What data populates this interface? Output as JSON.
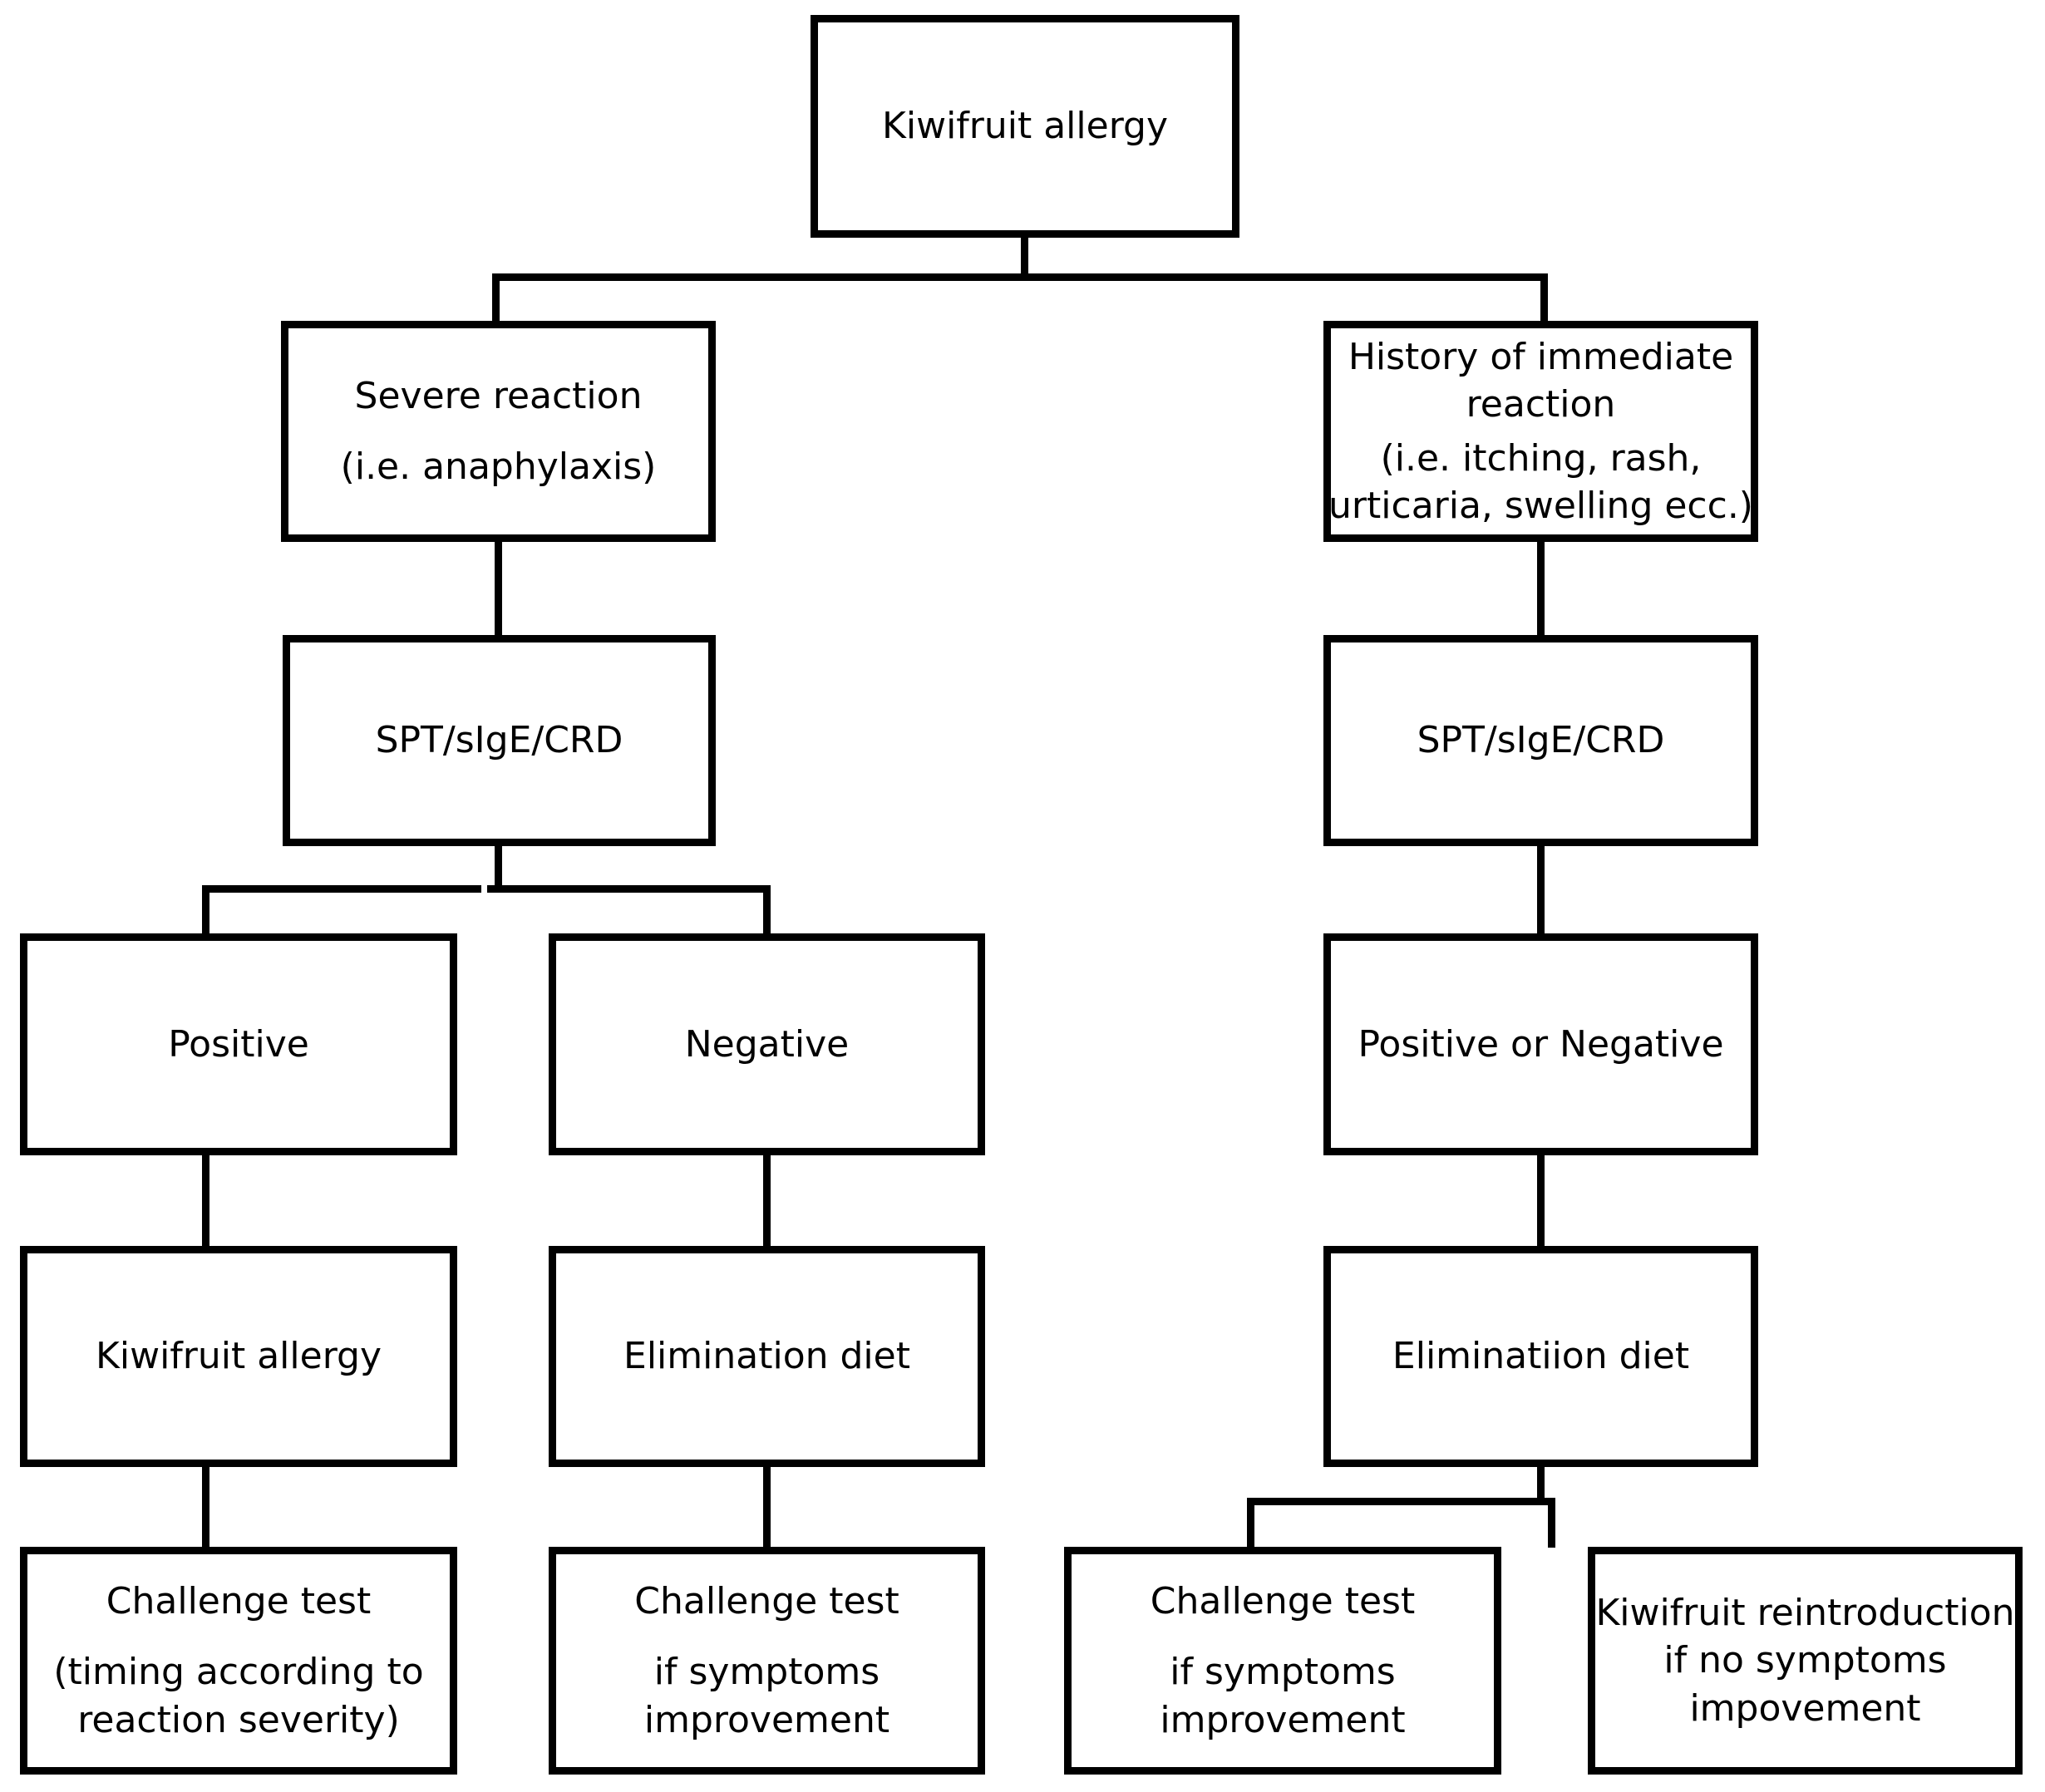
{
  "diagram": {
    "title": "Kiwifruit allergy diagnostic flowchart",
    "type": "flowchart",
    "line_color": "#000000",
    "box_fill": "#ffffff",
    "text_color": "#000000"
  },
  "nodes": {
    "root": {
      "lines": [
        "Kiwifruit allergy"
      ]
    },
    "severe_reaction": {
      "lines": [
        "Severe reaction",
        "",
        "(i.e. anaphylaxis)"
      ]
    },
    "history_immediate": {
      "lines": [
        "History of immediate",
        "reaction",
        "",
        "(i.e. itching, rash,",
        "urticaria, swelling ecc.)"
      ]
    },
    "spt_left": {
      "lines": [
        "SPT/sIgE/CRD"
      ]
    },
    "spt_right": {
      "lines": [
        "SPT/sIgE/CRD"
      ]
    },
    "positive": {
      "lines": [
        "Positive"
      ]
    },
    "negative": {
      "lines": [
        "Negative"
      ]
    },
    "positive_or_negative": {
      "lines": [
        "Positive or Negative"
      ]
    },
    "kiwifruit_allergy_dx": {
      "lines": [
        "Kiwifruit allergy"
      ]
    },
    "elimination_diet_left": {
      "lines": [
        "Elimination diet"
      ]
    },
    "elimination_diet_right": {
      "lines": [
        "Eliminatiion diet"
      ]
    },
    "challenge_test_timing": {
      "lines": [
        "Challenge test",
        "",
        "(timing according to",
        "reaction severity)"
      ]
    },
    "challenge_test_symptoms_left": {
      "lines": [
        "Challenge test",
        "",
        "if symptoms",
        "improvement"
      ]
    },
    "challenge_test_symptoms_right": {
      "lines": [
        "Challenge test",
        "",
        "if symptoms",
        "improvement"
      ]
    },
    "kiwifruit_reintroduction": {
      "lines": [
        "Kiwifruit reintroduction",
        "if no symptoms",
        "impovement"
      ]
    }
  },
  "edges": [
    {
      "from": "root",
      "to": "severe_reaction"
    },
    {
      "from": "root",
      "to": "history_immediate"
    },
    {
      "from": "severe_reaction",
      "to": "spt_left"
    },
    {
      "from": "history_immediate",
      "to": "spt_right"
    },
    {
      "from": "spt_left",
      "to": "positive"
    },
    {
      "from": "spt_left",
      "to": "negative"
    },
    {
      "from": "spt_right",
      "to": "positive_or_negative"
    },
    {
      "from": "positive",
      "to": "kiwifruit_allergy_dx"
    },
    {
      "from": "negative",
      "to": "elimination_diet_left"
    },
    {
      "from": "positive_or_negative",
      "to": "elimination_diet_right"
    },
    {
      "from": "kiwifruit_allergy_dx",
      "to": "challenge_test_timing"
    },
    {
      "from": "elimination_diet_left",
      "to": "challenge_test_symptoms_left"
    },
    {
      "from": "elimination_diet_right",
      "to": "challenge_test_symptoms_right"
    },
    {
      "from": "elimination_diet_right",
      "to": "kiwifruit_reintroduction"
    }
  ]
}
